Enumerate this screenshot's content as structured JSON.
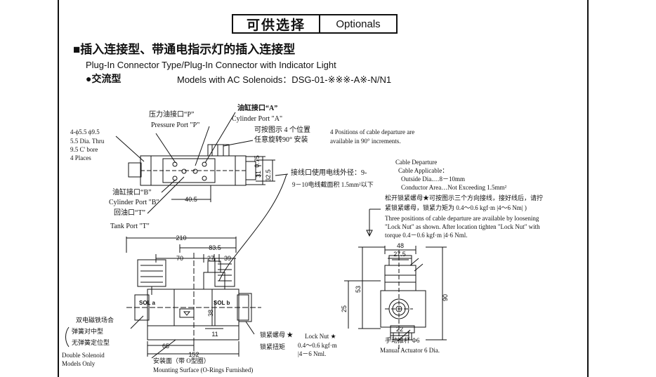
{
  "header": {
    "title_cn": "可供选择",
    "title_en": "Optionals"
  },
  "section": {
    "heading_cn": "■插入连接型、带通电指示灯的插入连接型",
    "heading_en": "Plug-In Connector Type/Plug-In Connector with Indicator Light",
    "sub_cn": "●交流型",
    "models": "Models with AC Solenoids：DSG-01-※※※-A※-N/N1"
  },
  "notes": {
    "holes_1": "4-ϕ5.5    ϕ9.5",
    "holes_2": "5.5 Dia. Thru",
    "holes_3": "9.5 C' bore",
    "holes_4": "4 Places",
    "pressure_cn": "压力油接口“P”",
    "pressure_en": "Pressure Port \"P\"",
    "cylA_cn": "油缸接口“A”",
    "cylA_en": "Cylinder Port \"A\"",
    "positions_cn_1": "可按图示 4 个位置",
    "positions_cn_2": "任意旋转90°  安装",
    "positions_en_1": "4 Positions of cable departure are",
    "positions_en_2": "available in 90° increments.",
    "cylB_cn": "油缸接口“B”",
    "cylB_en": "Cylinder Port \"B\"",
    "tank_cn": "回油口“T”",
    "tank_en": "Tank Port \"T\"",
    "cable_cn_1": "接线口使用电线外径：9-",
    "cable_cn_2": "9－10电线截面积 1.5mm²以下",
    "cable_en_1": "Cable Departure",
    "cable_en_2": "Cable Applicable：",
    "cable_en_3": "Outside Dia.…8－10mm",
    "cable_en_4": "Conductor Area…Not Exceeding 1.5mm²",
    "locknut_cn_1": "松开锁紧螺母★可按图示三个方向接线，接好线后，请拧",
    "locknut_cn_2": "紧锁紧螺母，锁紧力矩为 0.4～0.6 kgf·m |4～6 Nm|  )",
    "locknut_en_1": "Three positions of cable departure are available by loosening",
    "locknut_en_2": "\"Lock Nut\" as shown. After location tighten \"Lock Nut\" with",
    "locknut_en_3": "torque 0.4－0.6 kgf·m |4·6 Nml.",
    "double_cn_1": "双电磁铁场合",
    "double_cn_2": "弹簧对中型",
    "double_cn_3": "无弹簧定位型",
    "double_en_1": "Double Solenoid",
    "double_en_2": "Models Only",
    "mount_cn": "安装面（带 O型圈）",
    "mount_en": "Mounting Surface (O-Rings Furnished)",
    "lock_cn_1": "锁紧螺母  ★",
    "lock_cn_2": "锁紧扭矩",
    "lock_en_1": "Lock Nut ★",
    "lock_en_2": "0.4～0.6 kgf·m",
    "lock_en_3": "|4－6 Nml.",
    "manual_cn": "手动推杆  Φ6",
    "manual_en": "Manual Actuator 6 Dia.",
    "sol_a": "SOL a",
    "sol_b": "SOL b"
  },
  "dimensions": {
    "d210": "210",
    "d83_5": "83.5",
    "d70": "70",
    "d27": "27",
    "d39": "39",
    "d40_5": "40.5",
    "d0_75": "0.75",
    "d31": "31",
    "d32_5": "32.5",
    "d38": "38",
    "d11": "11",
    "d65": "65",
    "d152": "152",
    "d48": "48",
    "d27_5": "27.5",
    "d53": "53",
    "d25": "25",
    "d90": "90",
    "d22": "22"
  },
  "colors": {
    "ink": "#111111",
    "paper": "#ffffff"
  }
}
